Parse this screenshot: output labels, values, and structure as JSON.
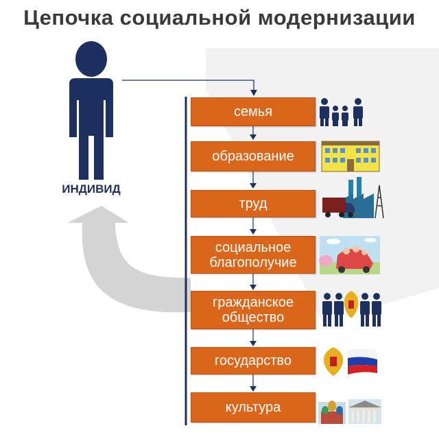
{
  "title": "Цепочка социальной модернизации",
  "individual": {
    "label": "ИНДИВИД",
    "icon": "person-icon"
  },
  "chain": [
    {
      "label": "семья",
      "icon": "family-icon"
    },
    {
      "label": "образование",
      "icon": "school-building-icon"
    },
    {
      "label": "труд",
      "icon": "factory-truck-icon"
    },
    {
      "label": "социальное благополучие",
      "icon": "happy-family-car-icon"
    },
    {
      "label": "гражданское общество",
      "icon": "citizens-emblem-icon"
    },
    {
      "label": "государство",
      "icon": "russian-emblem-flag-icon"
    },
    {
      "label": "культура",
      "icon": "landmarks-icon"
    }
  ],
  "colors": {
    "box": "#d9661a",
    "navy": "#1d3060",
    "arrow_gray": "#d6d6d6"
  }
}
